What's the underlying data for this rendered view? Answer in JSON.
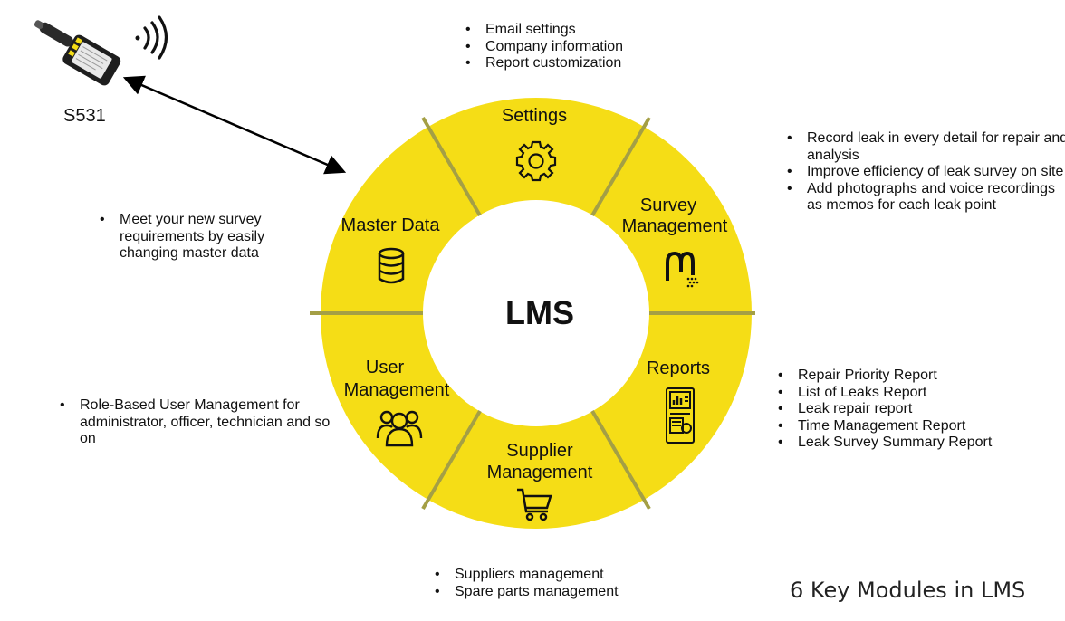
{
  "diagram_title": "6 Key Modules in LMS",
  "center_label": "LMS",
  "device": {
    "label": "S531"
  },
  "colors": {
    "ring": "#f5dd16",
    "divider": "#a49f45",
    "text": "#111111"
  },
  "modules": [
    {
      "id": "settings",
      "label_lines": [
        "Settings"
      ],
      "icon": "gear-icon",
      "features": [
        "Email settings",
        "Company information",
        "Report customization"
      ]
    },
    {
      "id": "survey-management",
      "label_lines": [
        "Survey",
        "Management"
      ],
      "icon": "leak-sensor-icon",
      "features": [
        "Record leak in every detail for repair and analysis",
        "Improve efficiency of leak survey on site",
        "Add photographs and voice recordings as memos for each leak point"
      ]
    },
    {
      "id": "reports",
      "label_lines": [
        "Reports"
      ],
      "icon": "report-icon",
      "features": [
        "Repair Priority Report",
        "List of Leaks Report",
        "Leak repair report",
        "Time Management Report",
        "Leak Survey Summary Report"
      ]
    },
    {
      "id": "supplier-management",
      "label_lines": [
        "Supplier",
        "Management"
      ],
      "icon": "shopping-cart-icon",
      "features": [
        "Suppliers management",
        "Spare parts management"
      ]
    },
    {
      "id": "user-management",
      "label_lines": [
        "User",
        "Management"
      ],
      "icon": "users-icon",
      "features": [
        "Role-Based User Management for administrator, officer, technician and so on"
      ]
    },
    {
      "id": "master-data",
      "label_lines": [
        "Master Data"
      ],
      "icon": "database-icon",
      "features": [
        "Meet your new survey requirements by easily changing master data"
      ]
    }
  ]
}
